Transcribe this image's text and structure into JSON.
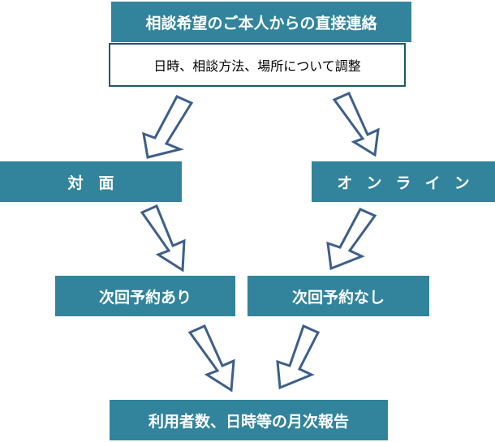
{
  "colors": {
    "box_fill": "#31849b",
    "box_text": "#ffffff",
    "sub_border": "#215968",
    "arrow_stroke": "#3d5f8a"
  },
  "header": {
    "title": "相談希望のご本人からの直接連絡",
    "subtitle": "日時、相談方法、場所について調整"
  },
  "modes": {
    "in_person": "対　面",
    "online": "オンライン"
  },
  "next": {
    "with_appointment": "次回予約あり",
    "without_appointment": "次回予約なし"
  },
  "footer": {
    "report": "利用者数、日時等の月次報告"
  }
}
